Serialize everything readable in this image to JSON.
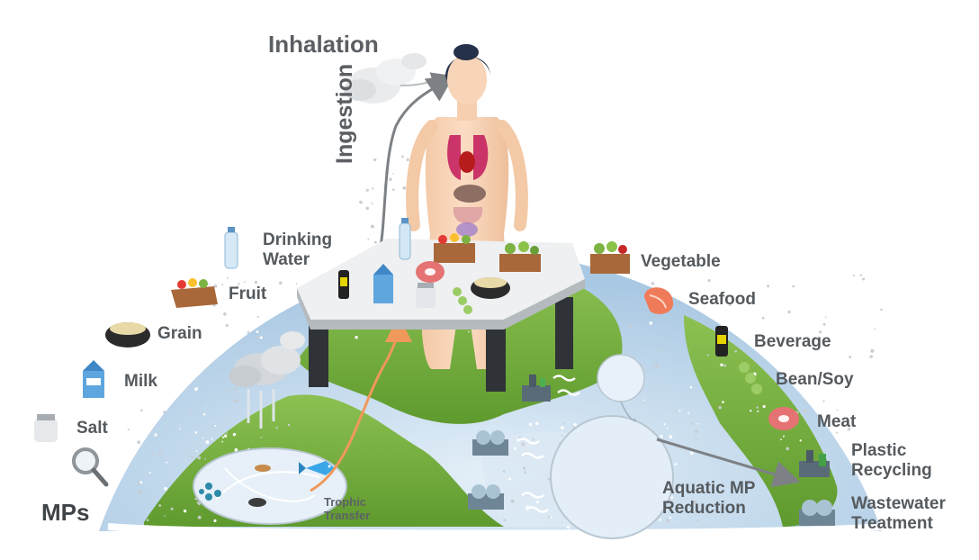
{
  "labels": {
    "inhalation": "Inhalation",
    "ingestion": "Ingestion",
    "mps": "MPs",
    "trophic_transfer": "Trophic\nTransfer",
    "aquatic_mp_reduction": "Aquatic MP\nReduction"
  },
  "foods": {
    "drinking_water": "Drinking\nWater",
    "fruit": "Fruit",
    "grain": "Grain",
    "milk": "Milk",
    "salt": "Salt",
    "vegetable": "Vegetable",
    "seafood": "Seafood",
    "beverage": "Beverage",
    "bean_soy": "Bean/Soy",
    "meat": "Meat"
  },
  "solutions": {
    "plastic_recycling": "Plastic\nRecycling",
    "wastewater_treatment": "Wastewater\nTreatment"
  },
  "icons": [
    "cloud-icon",
    "human-figure",
    "table-icon",
    "water-bottle-icon",
    "fruit-crate-icon",
    "grain-bowl-icon",
    "milk-carton-icon",
    "salt-shaker-icon",
    "magnifier-icon",
    "vegetable-crate-icon",
    "salmon-steak-icon",
    "beverage-bottle-icon",
    "peas-icon",
    "meat-steak-icon",
    "recycling-plant-icon",
    "treatment-plant-icon",
    "fish-icon",
    "rain-cloud-icon"
  ],
  "colors": {
    "land": "#7cb342",
    "ocean": "#cfe2f1",
    "arrow_orange": "#f0995a",
    "arrow_gray": "#7d8185",
    "text": "#555a5e"
  }
}
